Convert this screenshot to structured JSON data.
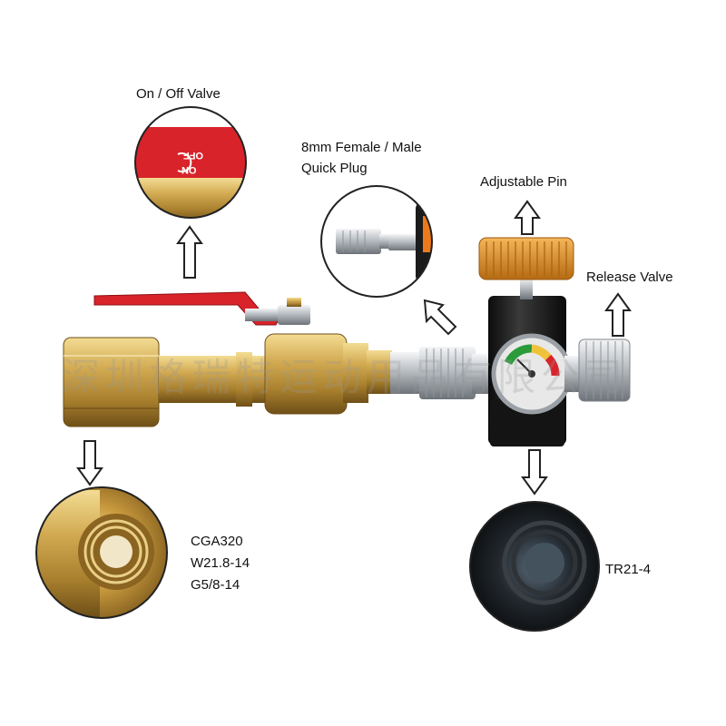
{
  "labels": {
    "on_off_valve": "On / Off Valve",
    "quick_plug_line1": "8mm Female / Male",
    "quick_plug_line2": "Quick Plug",
    "adjustable_pin": "Adjustable Pin",
    "release_valve": "Release Valve",
    "thread_line1": "CGA320",
    "thread_line2": "W21.8-14",
    "thread_line3": "G5/8-14",
    "tr_thread": "TR21-4"
  },
  "valve_marks": {
    "off": "OFF",
    "on": "ON"
  },
  "watermark": "深圳格瑞特运动用品有限公司",
  "colors": {
    "brass": "#c9a14a",
    "brass_dark": "#8a6420",
    "handle_red": "#d8232a",
    "knob_orange": "#e0962c",
    "body_black": "#1b1b1b",
    "chrome": "#c8ccd0",
    "arrow_outline": "#222222"
  }
}
